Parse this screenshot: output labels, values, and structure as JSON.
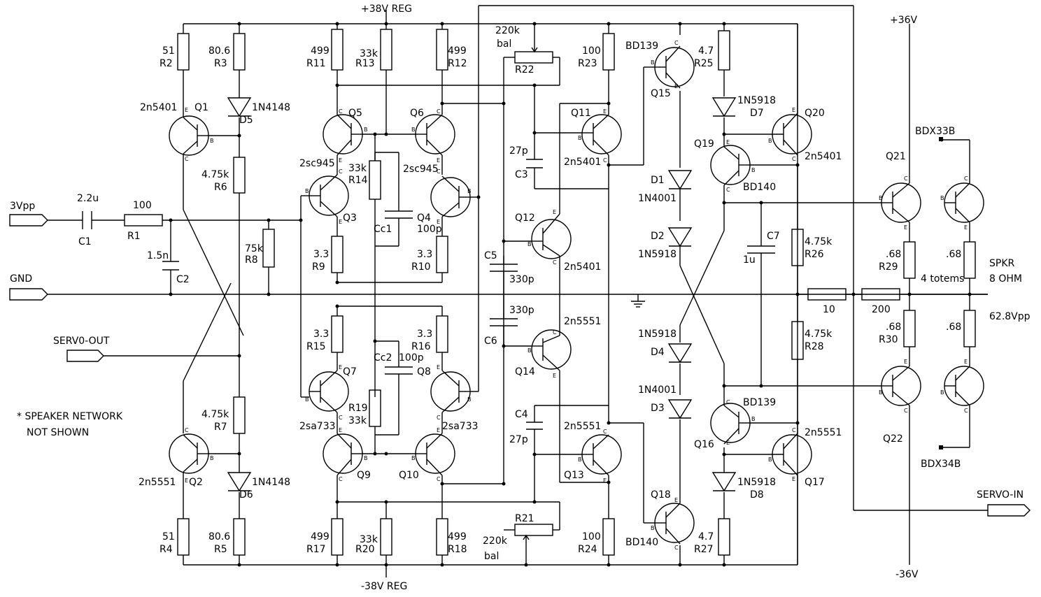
{
  "rails": {
    "pos_reg": "+38V REG",
    "neg_reg": "-38V REG",
    "pos": "+36V",
    "neg": "-36V"
  },
  "ports": {
    "input": "3Vpp",
    "gnd": "GND",
    "servo_out": "SERV0-OUT",
    "servo_in": "SERVO-IN"
  },
  "note": {
    "line1": "* SPEAKER NETWORK",
    "line2": "NOT SHOWN"
  },
  "output": {
    "label1": "SPKR",
    "label2": "8 OHM",
    "label3": "62.8Vpp",
    "totems": "4 totems"
  },
  "resistors": [
    {
      "ref": "R1",
      "value": "100"
    },
    {
      "ref": "R2",
      "value": "51"
    },
    {
      "ref": "R3",
      "value": "80.6"
    },
    {
      "ref": "R4",
      "value": "51"
    },
    {
      "ref": "R5",
      "value": "80.6"
    },
    {
      "ref": "R6",
      "value": "4.75k"
    },
    {
      "ref": "R7",
      "value": "4.75k"
    },
    {
      "ref": "R8",
      "value": "75k"
    },
    {
      "ref": "R9",
      "value": "3.3"
    },
    {
      "ref": "R10",
      "value": "3.3"
    },
    {
      "ref": "R11",
      "value": "499"
    },
    {
      "ref": "R12",
      "value": "499"
    },
    {
      "ref": "R13",
      "value": "33k"
    },
    {
      "ref": "R14",
      "value": "33k"
    },
    {
      "ref": "R15",
      "value": "3.3"
    },
    {
      "ref": "R16",
      "value": "3.3"
    },
    {
      "ref": "R17",
      "value": "499"
    },
    {
      "ref": "R18",
      "value": "499"
    },
    {
      "ref": "R19",
      "value": "33k"
    },
    {
      "ref": "R20",
      "value": "33k"
    },
    {
      "ref": "R21",
      "value": "220k"
    },
    {
      "ref": "R22",
      "value": "220k"
    },
    {
      "ref": "R23",
      "value": "100"
    },
    {
      "ref": "R24",
      "value": "100"
    },
    {
      "ref": "R25",
      "value": "4.7"
    },
    {
      "ref": "R26",
      "value": "4.75k"
    },
    {
      "ref": "R27",
      "value": "4.7"
    },
    {
      "ref": "R28",
      "value": "4.75k"
    },
    {
      "ref": "R29",
      "value": ".68"
    },
    {
      "ref": "R30",
      "value": ".68"
    },
    {
      "ref": "",
      "value": ".68"
    },
    {
      "ref": "",
      "value": ".68"
    },
    {
      "ref": "",
      "value": "10"
    },
    {
      "ref": "",
      "value": "200"
    }
  ],
  "pots_note": "bal",
  "capacitors": [
    {
      "ref": "C1",
      "value": "2.2u"
    },
    {
      "ref": "C2",
      "value": "1.5n"
    },
    {
      "ref": "C3",
      "value": "27p"
    },
    {
      "ref": "C4",
      "value": "27p"
    },
    {
      "ref": "C5",
      "value": "330p"
    },
    {
      "ref": "C6",
      "value": "330p"
    },
    {
      "ref": "C7",
      "value": "1u"
    },
    {
      "ref": "Cc1",
      "value": "100p"
    },
    {
      "ref": "Cc2",
      "value": "100p"
    }
  ],
  "diodes": [
    {
      "ref": "D1",
      "value": "1N4001"
    },
    {
      "ref": "D2",
      "value": "1N5918"
    },
    {
      "ref": "D3",
      "value": "1N4001"
    },
    {
      "ref": "D4",
      "value": "1N5918"
    },
    {
      "ref": "D5",
      "value": "1N4148"
    },
    {
      "ref": "D6",
      "value": "1N4148"
    },
    {
      "ref": "D7",
      "value": "1N5918"
    },
    {
      "ref": "D8",
      "value": "1N5918"
    }
  ],
  "transistors": [
    {
      "ref": "Q1",
      "part": "2n5401"
    },
    {
      "ref": "Q2",
      "part": "2n5551"
    },
    {
      "ref": "Q3",
      "part": ""
    },
    {
      "ref": "Q4",
      "part": ""
    },
    {
      "ref": "Q5",
      "part": "2sc945"
    },
    {
      "ref": "Q6",
      "part": "2sc945"
    },
    {
      "ref": "Q7",
      "part": ""
    },
    {
      "ref": "Q8",
      "part": ""
    },
    {
      "ref": "Q9",
      "part": "2sa733"
    },
    {
      "ref": "Q10",
      "part": "2sa733"
    },
    {
      "ref": "Q11",
      "part": "2n5401"
    },
    {
      "ref": "Q12",
      "part": "2n5401"
    },
    {
      "ref": "Q13",
      "part": "2n5551"
    },
    {
      "ref": "Q14",
      "part": "2n5551"
    },
    {
      "ref": "Q15",
      "part": "BD139"
    },
    {
      "ref": "Q16",
      "part": "BD139"
    },
    {
      "ref": "Q17",
      "part": "2n5551"
    },
    {
      "ref": "Q18",
      "part": "BD140"
    },
    {
      "ref": "Q19",
      "part": "BD140"
    },
    {
      "ref": "Q20",
      "part": "2n5401"
    },
    {
      "ref": "Q21",
      "part": "BDX33B"
    },
    {
      "ref": "Q22",
      "part": "BDX34B"
    }
  ],
  "pins": {
    "b": "B",
    "c": "C",
    "e": "E"
  }
}
